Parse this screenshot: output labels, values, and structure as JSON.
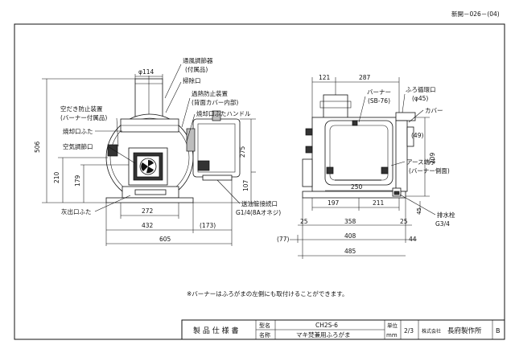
{
  "doc_number": "新開－026－(04)",
  "note": "※バーナーはふろがまの左側にも取付けることができます。",
  "left_view": {
    "labels": {
      "air_damper": "通風調節器",
      "air_damper_sub": "(付属品)",
      "cleanout": "掃除口",
      "overheat_device": "過熱防止装置",
      "overheat_device_sub": "(背面カバー内部)",
      "firebox_handle": "焼却口ふたハンドル",
      "empty_fire_device": "空だき防止装置",
      "empty_fire_device_sub": "(バーナー付属品)",
      "firebox_lid": "焼却口ふた",
      "air_adjust": "空気調節口",
      "ash_lid": "灰出口ふた",
      "oil_inlet": "送油管接続口",
      "oil_inlet_sub": "G1/4(8Aオネジ)"
    },
    "dims": {
      "phi_top": "φ114",
      "h506": "506",
      "h210": "210",
      "h179": "179",
      "h275": "275",
      "h107": "107",
      "w272": "272",
      "w432": "432",
      "w173": "(173)",
      "w605": "605"
    }
  },
  "right_view": {
    "labels": {
      "burner": "バーナー",
      "burner_model": "(SB-76)",
      "bath_outlet": "ふろ循環口",
      "bath_outlet_phi": "(φ45)",
      "cover": "カバー",
      "earth_terminal": "アース端子",
      "earth_terminal_sub": "(バーナー側面)",
      "drain": "排水栓",
      "drain_spec": "G3/4"
    },
    "dims": {
      "w121": "121",
      "w287": "287",
      "d49": "(49)",
      "w250": "250",
      "w197": "197",
      "w211": "211",
      "h209": "209",
      "h45": "45",
      "w25a": "25",
      "w358": "358",
      "w25b": "25",
      "w77": "(77)",
      "w408": "408",
      "w44": "44",
      "w485": "485"
    }
  },
  "title_block": {
    "doc_type": "製 品 仕 様 書",
    "model_label": "型名",
    "model_value": "CH2S-6",
    "name_label": "名称",
    "name_value": "マキ焚兼用ふろがま",
    "unit_label": "単位",
    "unit_value": "mm",
    "page": "2/3",
    "company_prefix": "株式会社",
    "company_name": "長府製作所",
    "revision": "B"
  }
}
